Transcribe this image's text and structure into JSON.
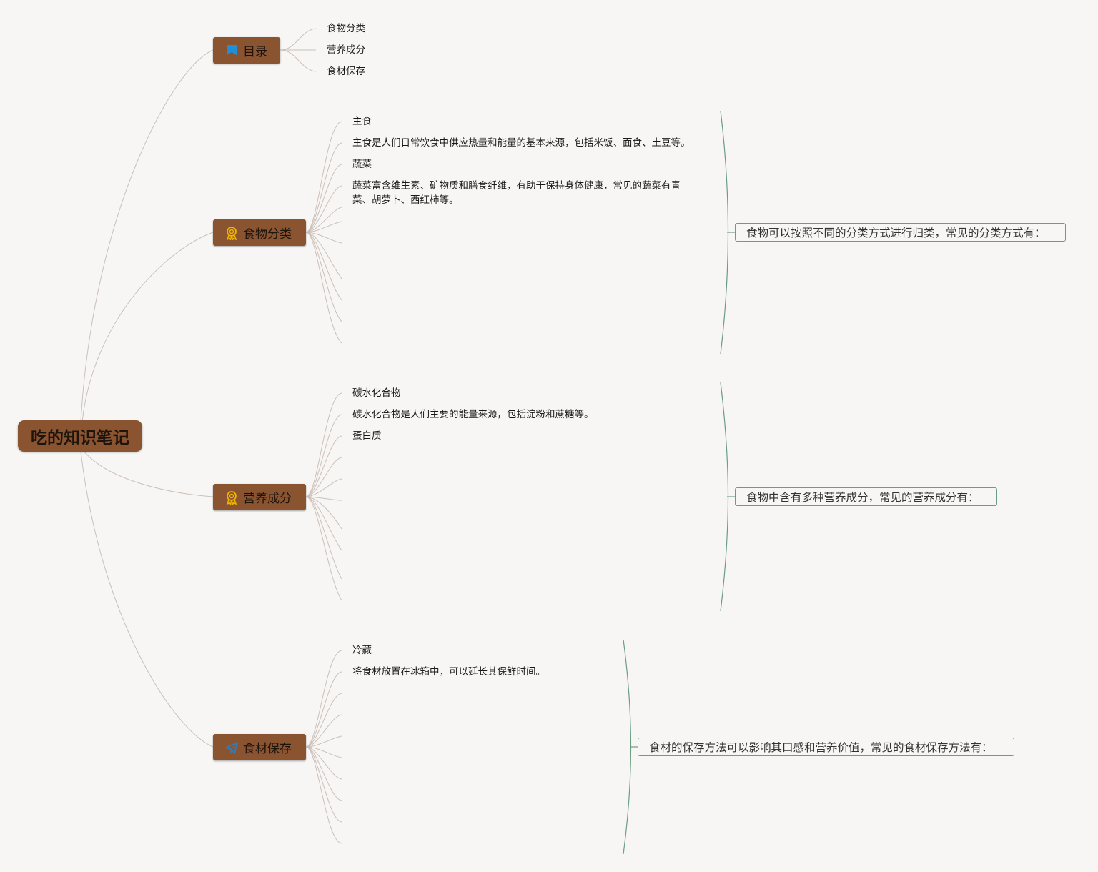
{
  "root": {
    "title": "吃的知识笔记"
  },
  "branches": [
    {
      "label": "目录",
      "icon": "flag-icon",
      "leaves": [
        "食物分类",
        "营养成分",
        "食材保存"
      ]
    },
    {
      "label": "食物分类",
      "icon": "award-ribbon-icon",
      "leaves": [
        "主食",
        "主食是人们日常饮食中供应热量和能量的基本来源，包括米饭、面食、土豆等。",
        "蔬菜",
        "蔬菜富含维生素、矿物质和膳食纤维，有助于保持身体健康，常见的蔬菜有青菜、胡萝卜、西红柿等。"
      ],
      "summary": "食物可以按照不同的分类方式进行归类，常见的分类方式有："
    },
    {
      "label": "营养成分",
      "icon": "award-ribbon-icon",
      "leaves": [
        "碳水化合物",
        "碳水化合物是人们主要的能量来源，包括淀粉和蔗糖等。",
        "蛋白质"
      ],
      "summary": "食物中含有多种营养成分，常见的营养成分有："
    },
    {
      "label": "食材保存",
      "icon": "paper-plane-icon",
      "leaves": [
        "冷藏",
        "将食材放置在冰箱中，可以延长其保鲜时间。"
      ],
      "summary": "食材的保存方法可以影响其口感和营养价值，常见的食材保存方法有："
    }
  ],
  "colors": {
    "background": "#f7f6f4",
    "topic_fill": "#8a5431",
    "connector": "#cdbfb8",
    "summary_border": "#6a9e83",
    "flag_icon": "#1f8fd8",
    "award_icon": "#f0b400",
    "plane_icon": "#2a7fc0"
  }
}
